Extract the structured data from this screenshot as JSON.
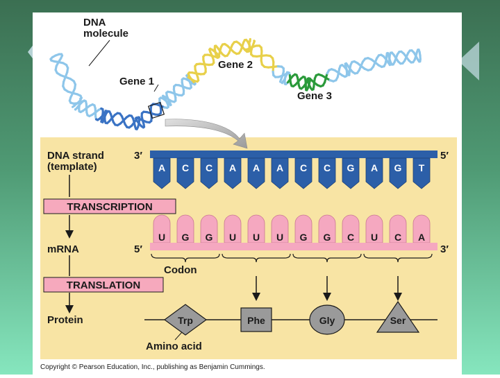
{
  "labels": {
    "dna_molecule_line1": "DNA",
    "dna_molecule_line2": "molecule",
    "gene1": "Gene 1",
    "gene2": "Gene 2",
    "gene3": "Gene 3",
    "dna_strand_line1": "DNA strand",
    "dna_strand_line2": "(template)",
    "transcription": "TRANSCRIPTION",
    "mrna": "mRNA",
    "translation": "TRANSLATION",
    "protein": "Protein",
    "codon": "Codon",
    "amino_acid": "Amino acid",
    "dna_end_left": "3′",
    "dna_end_right": "5′",
    "mrna_end_left": "5′",
    "mrna_end_right": "3′",
    "copyright": "Copyright © Pearson Education, Inc., publishing as Benjamin Cummings."
  },
  "dna_bases": [
    "A",
    "C",
    "C",
    "A",
    "A",
    "A",
    "C",
    "C",
    "G",
    "A",
    "G",
    "T"
  ],
  "mrna_bases": [
    "U",
    "G",
    "G",
    "U",
    "U",
    "U",
    "G",
    "G",
    "C",
    "U",
    "C",
    "A"
  ],
  "amino_acids": [
    {
      "name": "Trp",
      "shape": "diamond"
    },
    {
      "name": "Phe",
      "shape": "square"
    },
    {
      "name": "Gly",
      "shape": "circle"
    },
    {
      "name": "Ser",
      "shape": "triangle"
    }
  ],
  "colors": {
    "background_top": "#3f7a5a",
    "background_bottom": "#7fe0b8",
    "panel": "#f8e4a4",
    "dna_strand": "#2c5fa8",
    "mrna_strand": "#f5a8c0",
    "banner": "#f6a9bd",
    "amino_acid_fill": "#9a9a9a",
    "gene1": "#3a73c4",
    "gene2": "#e8d04a",
    "gene3": "#2a9a3a",
    "helix_other": "#8ec6ea"
  }
}
